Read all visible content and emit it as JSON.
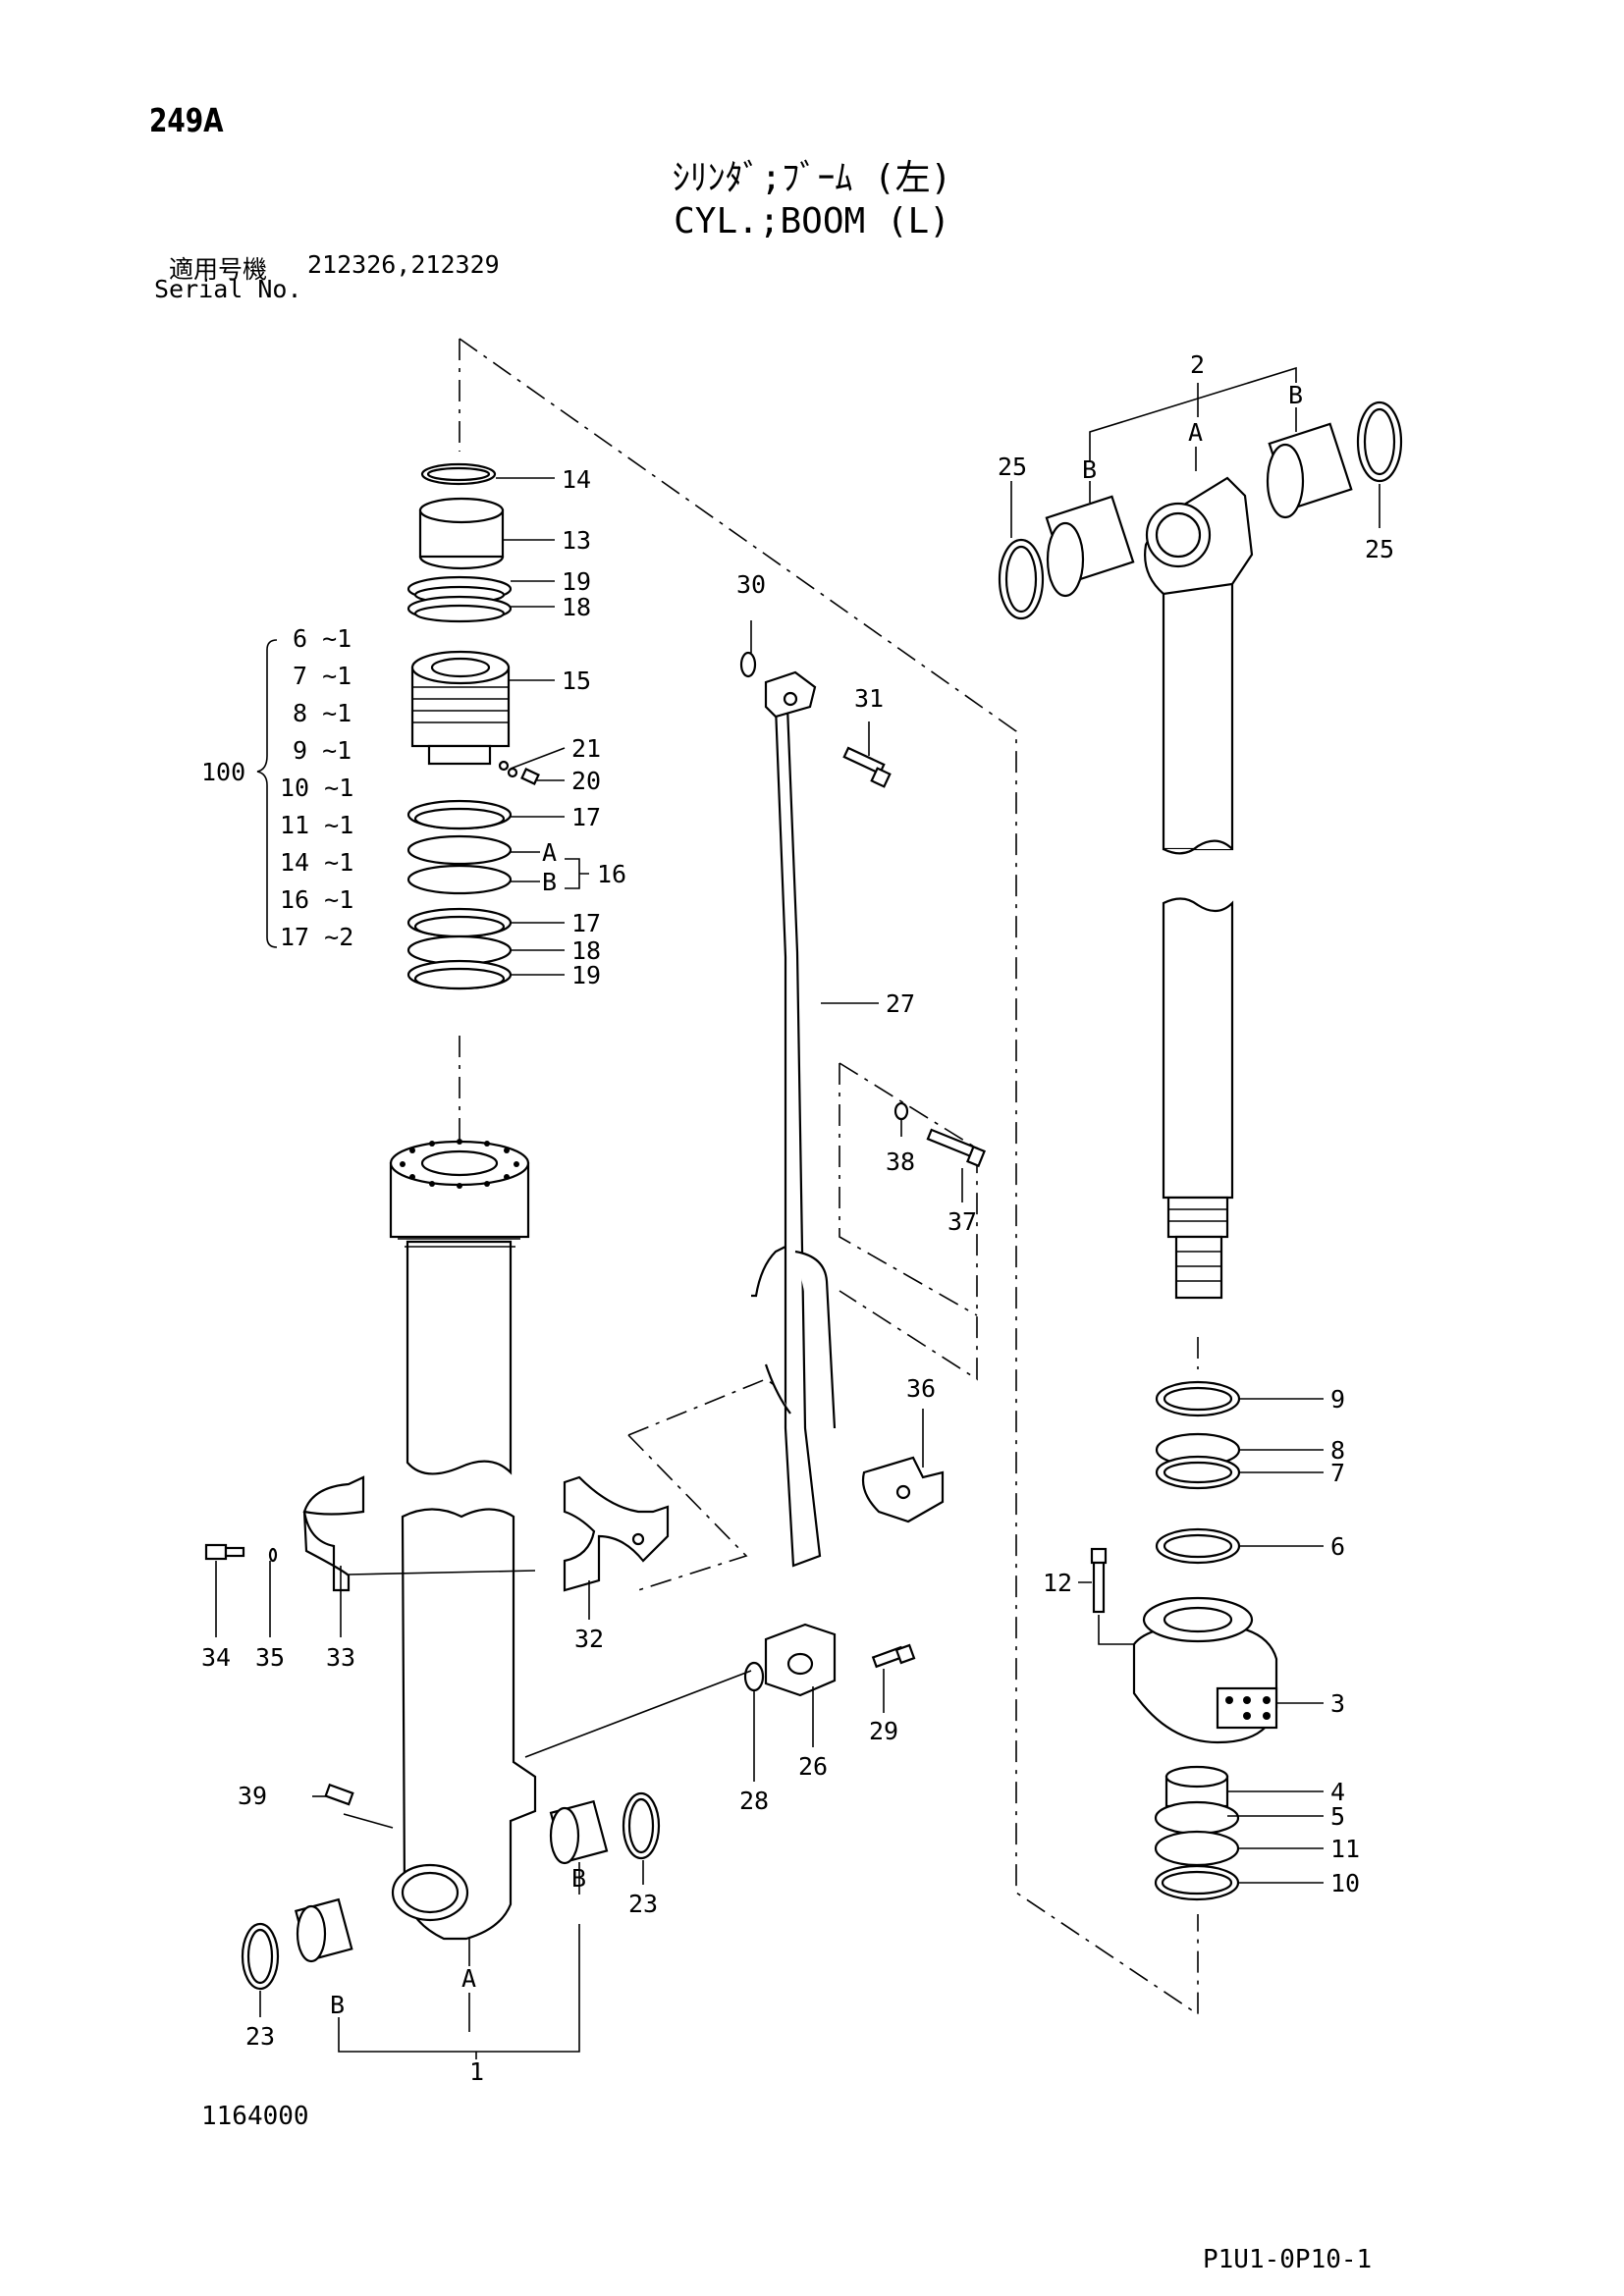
{
  "header": {
    "page_number": "249A",
    "title_jp": "ｼﾘﾝﾀﾞ;ﾌﾞｰﾑ (左)",
    "title_en": "CYL.;BOOM (L)",
    "serial_label_jp": "適用号機",
    "serial_label_en": "Serial No.",
    "serial_numbers": "212326,212329"
  },
  "callouts": {
    "c1": "1",
    "c2": "2",
    "c3": "3",
    "c4": "4",
    "c5": "5",
    "c6": "6",
    "c7": "7",
    "c8": "8",
    "c9": "9",
    "c10": "10",
    "c11": "11",
    "c12": "12",
    "c13": "13",
    "c14": "14",
    "c15": "15",
    "c16": "16",
    "c17a": "17",
    "c17b": "17",
    "c18a": "18",
    "c18b": "18",
    "c19a": "19",
    "c19b": "19",
    "c20": "20",
    "c21": "21",
    "c23a": "23",
    "c23b": "23",
    "c25a": "25",
    "c25b": "25",
    "c26": "26",
    "c27": "27",
    "c28": "28",
    "c29": "29",
    "c30": "30",
    "c31": "31",
    "c32": "32",
    "c33": "33",
    "c34": "34",
    "c35": "35",
    "c36": "36",
    "c37": "37",
    "c38": "38",
    "c39": "39",
    "A1": "A",
    "B1": "B",
    "A2": "A",
    "B2": "B",
    "A16": "A",
    "B16": "B",
    "A_left": "A",
    "B_left1": "B",
    "B_left2": "B",
    "A_right": "A",
    "B_right1": "B",
    "B_right2": "B"
  },
  "kit": {
    "number": "100",
    "items": [
      "6 ~1",
      "7 ~1",
      "8 ~1",
      "9 ~1",
      "10 ~1",
      "11 ~1",
      "14 ~1",
      "16 ~1",
      "17 ~2"
    ]
  },
  "footer": {
    "drawing_code": "1164000",
    "page_code": "P1U1-0P10-1"
  }
}
